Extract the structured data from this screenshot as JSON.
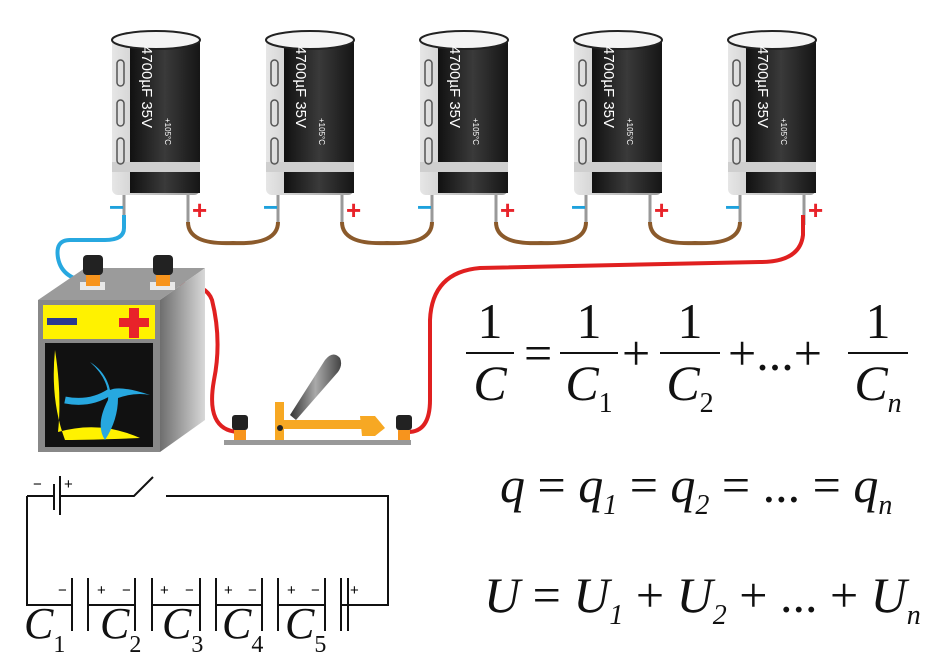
{
  "capacitors": [
    {
      "rating": "4700µF 35V",
      "temp": "+105°C",
      "neg": "−",
      "pos": "+"
    },
    {
      "rating": "4700µF 35V",
      "temp": "+105°C",
      "neg": "−",
      "pos": "+"
    },
    {
      "rating": "4700µF 35V",
      "temp": "+105°C",
      "neg": "−",
      "pos": "+"
    },
    {
      "rating": "4700µF 35V",
      "temp": "+105°C",
      "neg": "−",
      "pos": "+"
    },
    {
      "rating": "4700µF 35V",
      "temp": "+105°C",
      "neg": "−",
      "pos": "+"
    }
  ],
  "colors": {
    "neg": "#1da1dc",
    "pos": "#e8232a",
    "wire_red": "#e02020",
    "wire_blue": "#27a8e0",
    "wire_brown": "#8b5a2b",
    "battery_band": "#fff200",
    "battery_body": "#8a8a8a"
  },
  "formulas": {
    "capacitance": {
      "lhs_num": "1",
      "lhs_den": "C",
      "eq": "=",
      "terms": [
        {
          "num": "1",
          "den": "C",
          "sub": "1"
        },
        {
          "num": "1",
          "den": "C",
          "sub": "2"
        },
        {
          "num": "1",
          "den": "C",
          "sub": "n"
        }
      ],
      "plus": "+",
      "ellipsis": "..."
    },
    "charge": {
      "v": "q",
      "eq": "=",
      "s1": "1",
      "s2": "2",
      "sn": "n",
      "ellipsis": "..."
    },
    "voltage": {
      "v": "U",
      "eq": "=",
      "plus": "+",
      "s1": "1",
      "s2": "2",
      "sn": "n",
      "ellipsis": "..."
    }
  },
  "schematic": {
    "battery_neg": "−",
    "battery_pos": "+",
    "labels": [
      {
        "letter": "C",
        "sub": "1"
      },
      {
        "letter": "C",
        "sub": "2"
      },
      {
        "letter": "C",
        "sub": "3"
      },
      {
        "letter": "C",
        "sub": "4"
      },
      {
        "letter": "C",
        "sub": "5"
      }
    ],
    "plate_signs": [
      "−",
      "+",
      "−",
      "+",
      "−",
      "+",
      "−",
      "+",
      "−",
      "+"
    ]
  }
}
